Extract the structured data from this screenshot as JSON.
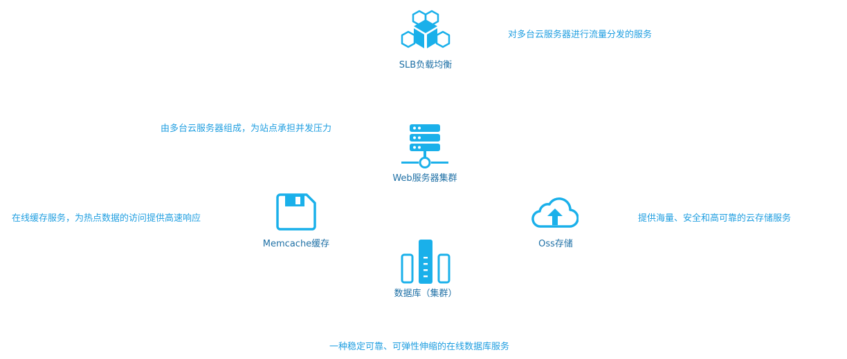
{
  "nodes": {
    "slb": {
      "name": "SLB负载均衡",
      "desc": "对多台云服务器进行流量分发的服务"
    },
    "web": {
      "name": "Web服务器集群",
      "desc": "由多台云服务器组成，为站点承担并发压力"
    },
    "memcache": {
      "name": "Memcache缓存",
      "desc": "在线缓存服务，为热点数据的访问提供高速响应"
    },
    "oss": {
      "name": "Oss存储",
      "desc": "提供海量、安全和高可靠的云存储服务"
    },
    "db": {
      "name": "数据库（集群）",
      "desc": "一种稳定可靠、可弹性伸缩的在线数据库服务"
    }
  },
  "colors": {
    "icon": "#1ab0ea",
    "desc_text": "#1f9ee0",
    "name_text": "#1d6fa5"
  }
}
